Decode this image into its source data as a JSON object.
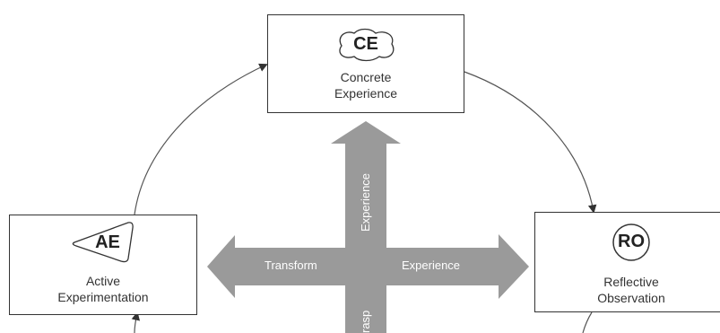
{
  "modes": {
    "ce": {
      "abbr": "CE",
      "line1": "Concrete",
      "line2": "Experience"
    },
    "ro": {
      "abbr": "RO",
      "line1": "Reflective",
      "line2": "Observation"
    },
    "ae": {
      "abbr": "AE",
      "line1": "Active",
      "line2": "Experimentation"
    }
  },
  "axes": {
    "left_label": "Transform",
    "right_label": "Experience",
    "up_label": "Experience",
    "down_label": "rasp"
  },
  "colors": {
    "arrow_fill": "#9a9a9a",
    "line": "#333333"
  }
}
